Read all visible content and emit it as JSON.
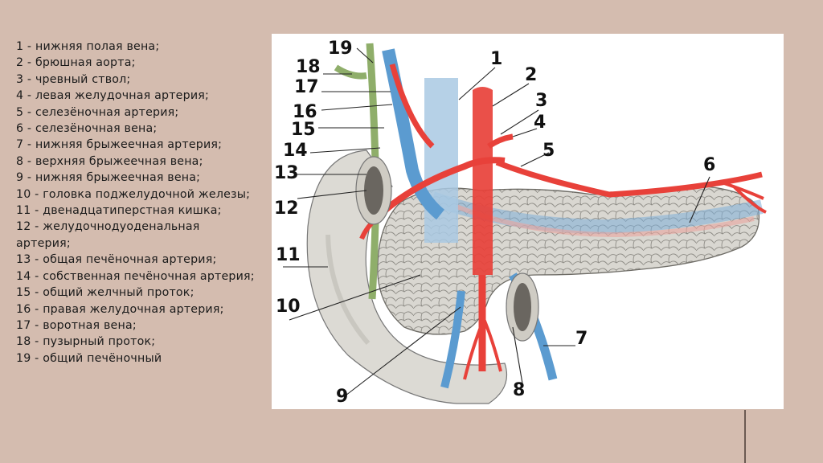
{
  "legend": [
    "1 - нижняя полая вена;",
    "2 - брюшная аорта;",
    "3 - чревный ствол;",
    "4 - левая желудочная артерия;",
    "5 - селезёночная артерия;",
    "6 - селезёночная вена;",
    "7 - нижняя брыжеечная артерия;",
    "8 - верхняя брыжеечная вена;",
    "9 - нижняя брыжеечная вена;",
    "10 - головка поджелудочной железы;",
    "11 - двенадцатиперстная кишка;",
    "12 - желудочнодуоденальная артерия;",
    "13 - общая печёночная артерия;",
    "14 - собственная печёночная артерия;",
    "15 - общий желчный проток;",
    "16 - правая желудочная артерия;",
    "17 - воротная вена;",
    "18 - пузырный проток;",
    "19 - общий печёночный"
  ],
  "figure": {
    "labels": [
      "1",
      "2",
      "3",
      "4",
      "5",
      "6",
      "7",
      "8",
      "9",
      "10",
      "11",
      "12",
      "13",
      "14",
      "15",
      "16",
      "17",
      "18",
      "19"
    ]
  },
  "colors": {
    "background": "#d4bcaf",
    "artery": "#e8413a",
    "vein": "#5b9bd0",
    "duct": "#7fa05a",
    "pancreas": "#d8d6d0",
    "duodenum": "#dddbd5"
  }
}
